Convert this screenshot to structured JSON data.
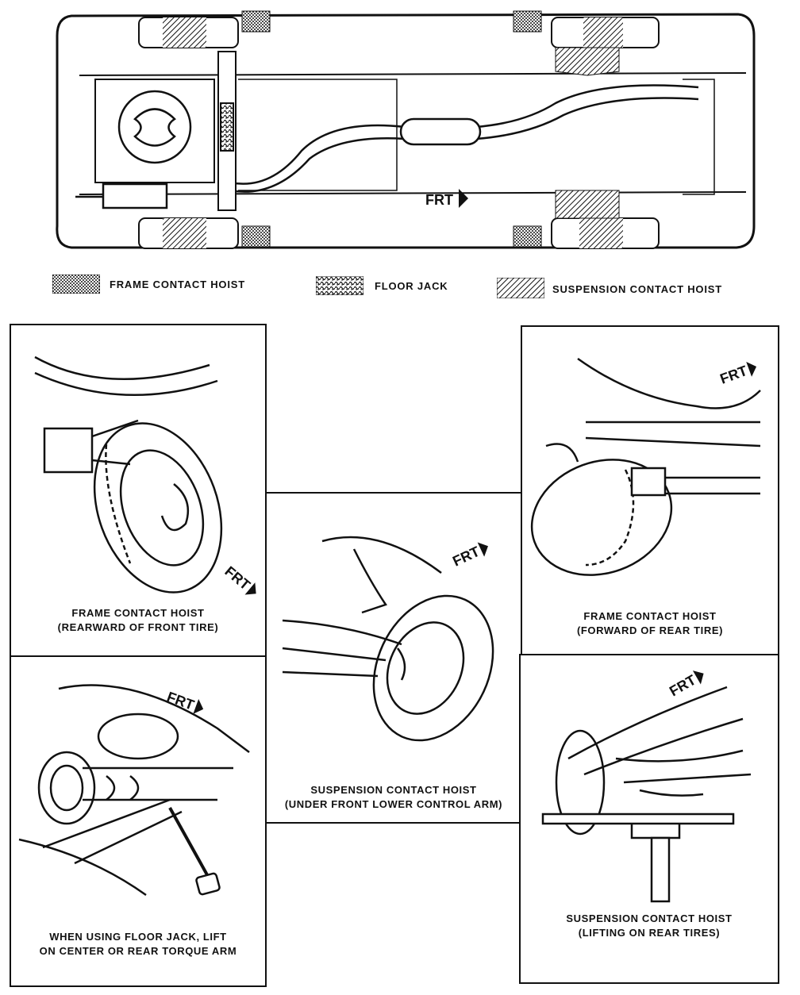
{
  "top_view": {
    "frt_label": "FRT"
  },
  "legend": {
    "frame_contact": "FRAME CONTACT HOIST",
    "floor_jack": "FLOOR JACK",
    "suspension_contact": "SUSPENSION CONTACT HOIST"
  },
  "panels": {
    "frame_front": {
      "frt": "FRT",
      "line1": "FRAME CONTACT HOIST",
      "line2": "(REARWARD OF FRONT TIRE)"
    },
    "frame_rear": {
      "frt": "FRT",
      "line1": "FRAME CONTACT HOIST",
      "line2": "(FORWARD OF REAR TIRE)"
    },
    "suspension_front": {
      "frt": "FRT",
      "line1": "SUSPENSION CONTACT HOIST",
      "line2": "(UNDER FRONT LOWER CONTROL ARM)"
    },
    "floor_jack": {
      "frt": "FRT",
      "line1": "WHEN USING FLOOR JACK, LIFT",
      "line2": "ON CENTER OR REAR TORQUE ARM"
    },
    "suspension_rear": {
      "frt": "FRT",
      "line1": "SUSPENSION CONTACT HOIST",
      "line2": "(LIFTING ON REAR TIRES)"
    }
  }
}
